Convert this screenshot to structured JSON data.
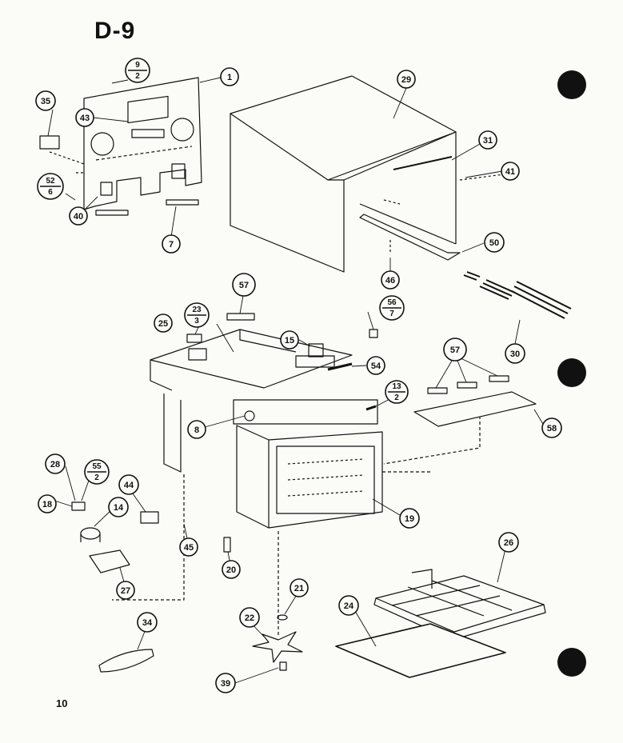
{
  "page": {
    "title": "D-9",
    "page_number": "10"
  },
  "callouts": [
    "1",
    "7",
    "35",
    "40",
    "43",
    "29",
    "31",
    "41",
    "46",
    "50",
    "57",
    "25",
    "15",
    "54",
    "30",
    "57",
    "58",
    "8",
    "19",
    "28",
    "44",
    "18",
    "14",
    "45",
    "27",
    "20",
    "22",
    "21",
    "26",
    "24",
    "34",
    "39"
  ],
  "fraction_callouts": [
    {
      "top": "9",
      "bottom": "2"
    },
    {
      "top": "52",
      "bottom": "6"
    },
    {
      "top": "23",
      "bottom": "3"
    },
    {
      "top": "56",
      "bottom": "7"
    },
    {
      "top": "13",
      "bottom": "2"
    },
    {
      "top": "55",
      "bottom": "2"
    }
  ],
  "colors": {
    "ink": "#111111",
    "paper": "#fbfbf8"
  }
}
